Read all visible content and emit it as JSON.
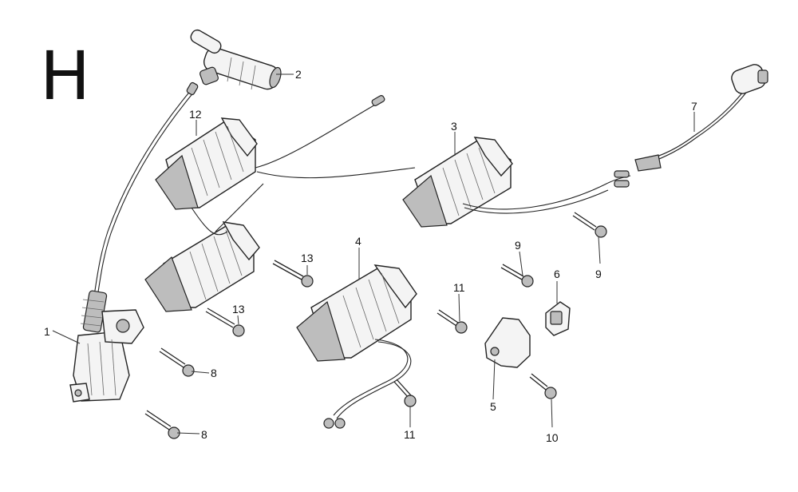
{
  "section_letter": "H",
  "callouts": [
    {
      "id": "c1",
      "text": "1"
    },
    {
      "id": "c2",
      "text": "2"
    },
    {
      "id": "c3",
      "text": "3"
    },
    {
      "id": "c4",
      "text": "4"
    },
    {
      "id": "c5",
      "text": "5"
    },
    {
      "id": "c6",
      "text": "6"
    },
    {
      "id": "c7",
      "text": "7"
    },
    {
      "id": "c8a",
      "text": "8"
    },
    {
      "id": "c8b",
      "text": "8"
    },
    {
      "id": "c9a",
      "text": "9"
    },
    {
      "id": "c9b",
      "text": "9"
    },
    {
      "id": "c10",
      "text": "10"
    },
    {
      "id": "c11a",
      "text": "11"
    },
    {
      "id": "c11b",
      "text": "11"
    },
    {
      "id": "c12",
      "text": "12"
    },
    {
      "id": "c13a",
      "text": "13"
    },
    {
      "id": "c13b",
      "text": "13"
    }
  ]
}
